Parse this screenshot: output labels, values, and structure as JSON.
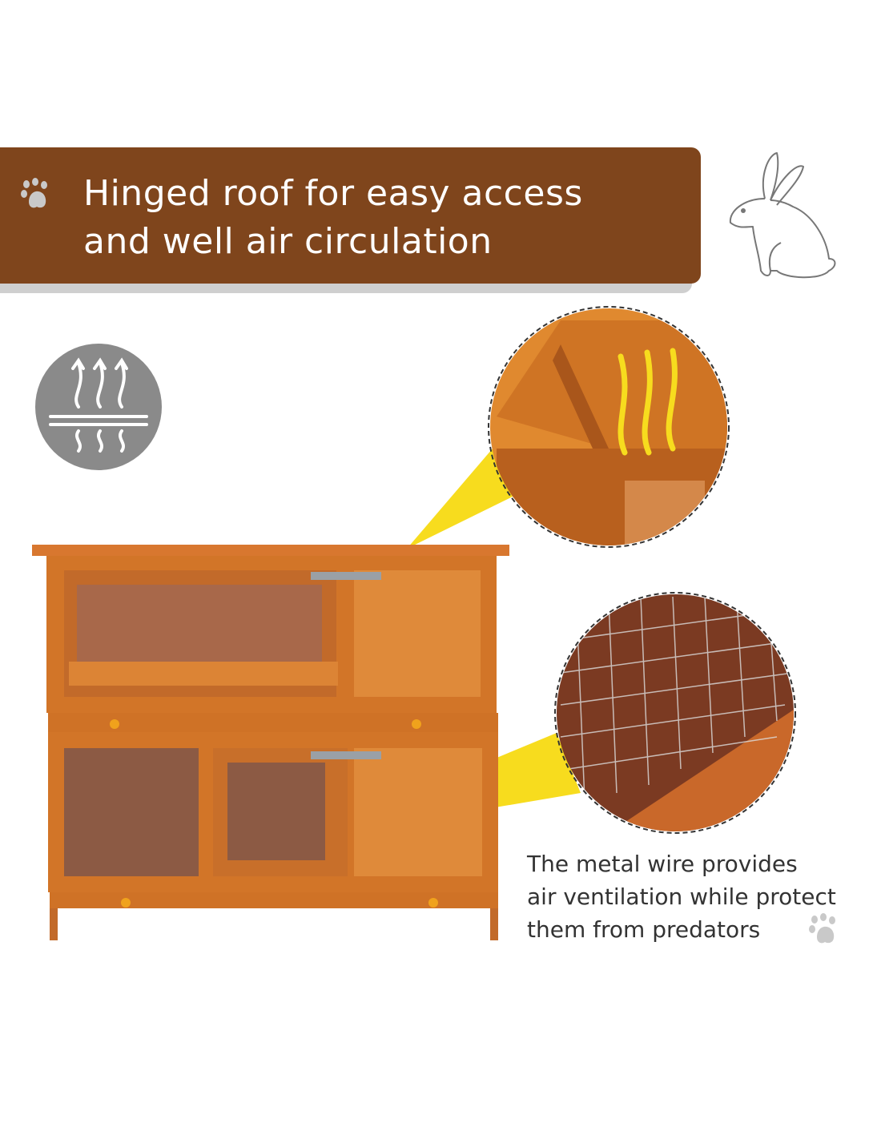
{
  "banner": {
    "line1": "Hinged roof for easy access",
    "line2": "and well air circulation",
    "color": "#7f451c"
  },
  "caption": {
    "line1": "The metal wire provides",
    "line2": "air ventilation while protect",
    "line3": "them from predators"
  },
  "icons": [
    "paw-icon",
    "rabbit-icon",
    "heat-ventilation-icon"
  ],
  "colors": {
    "wood": "#d8772f",
    "callout": "#f7dc1e",
    "icon_gray": "#8a8a8a"
  }
}
